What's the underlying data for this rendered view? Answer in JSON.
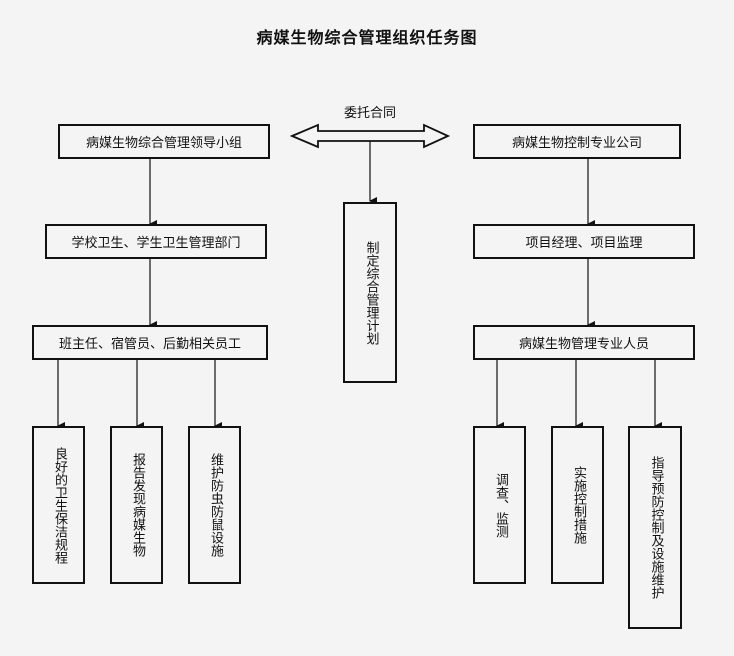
{
  "title": "病媒生物综合管理组织任务图",
  "contract_label": "委托合同",
  "left": {
    "top": "病媒生物综合管理领导小组",
    "mid": "学校卫生、学生卫生管理部门",
    "staff": "班主任、宿管员、后勤相关员工",
    "tasks": [
      "良好的卫生保洁规程",
      "报告发现病媒生物",
      "维护防虫防鼠设施"
    ]
  },
  "center": {
    "plan": "制定综合管理计划"
  },
  "right": {
    "top": "病媒生物控制专业公司",
    "mid": "项目经理、项目监理",
    "staff": "病媒生物管理专业人员",
    "tasks": [
      "调查、监测",
      "实施控制措施",
      "指导预防控制及设施维护"
    ]
  }
}
